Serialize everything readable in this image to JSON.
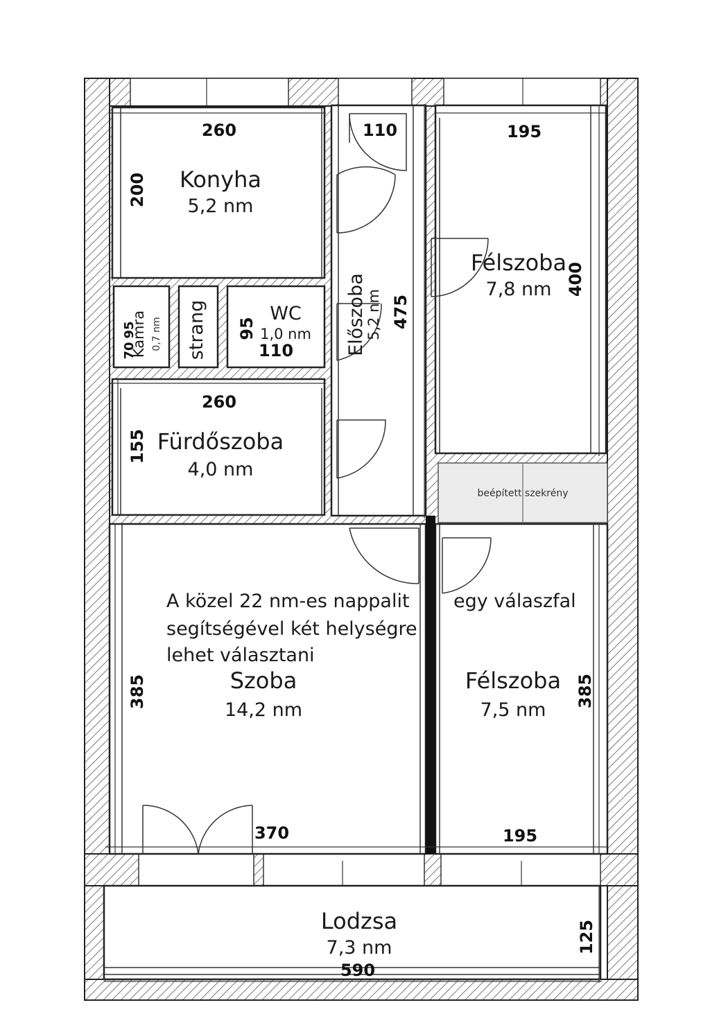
{
  "rooms": {
    "konyha": {
      "name": "Konyha",
      "area": "5,2 nm"
    },
    "kamra": {
      "name": "Kamra",
      "area": "0,7 nm"
    },
    "strang": {
      "name": "strang"
    },
    "wc": {
      "name": "WC",
      "area": "1,0 nm"
    },
    "eloszoba": {
      "name": "Előszoba",
      "area": "5,2 nm"
    },
    "felszoba_top": {
      "name": "Félszoba",
      "area": "7,8 nm"
    },
    "furdoszoba": {
      "name": "Fürdőszoba",
      "area": "4,0 nm"
    },
    "szekreny": {
      "name": "beépített szekrény"
    },
    "szoba": {
      "name": "Szoba",
      "area": "14,2 nm"
    },
    "felszoba_bottom": {
      "name": "Félszoba",
      "area": "7,5 nm"
    },
    "lodzsa": {
      "name": "Lodzsa",
      "area": "7,3 nm"
    }
  },
  "dimensions": {
    "konyha_w": "260",
    "konyha_h": "200",
    "eloszoba_w": "110",
    "eloszoba_h": "475",
    "felszoba_top_w": "195",
    "felszoba_top_h": "400",
    "kamra_a": "95",
    "kamra_b": "70",
    "wc_h": "95",
    "wc_w": "110",
    "furdo_w": "260",
    "furdo_h": "155",
    "szoba_h": "385",
    "szoba_w": "370",
    "felszoba_bottom_h": "385",
    "felszoba_bottom_w": "195",
    "lodzsa_w": "590",
    "lodzsa_h": "125"
  },
  "note": {
    "line1a": "A közel 22 nm-es nappalit",
    "line1b": "egy válaszfal",
    "line2": "segítségével két helységre",
    "line3": "lehet választani"
  }
}
